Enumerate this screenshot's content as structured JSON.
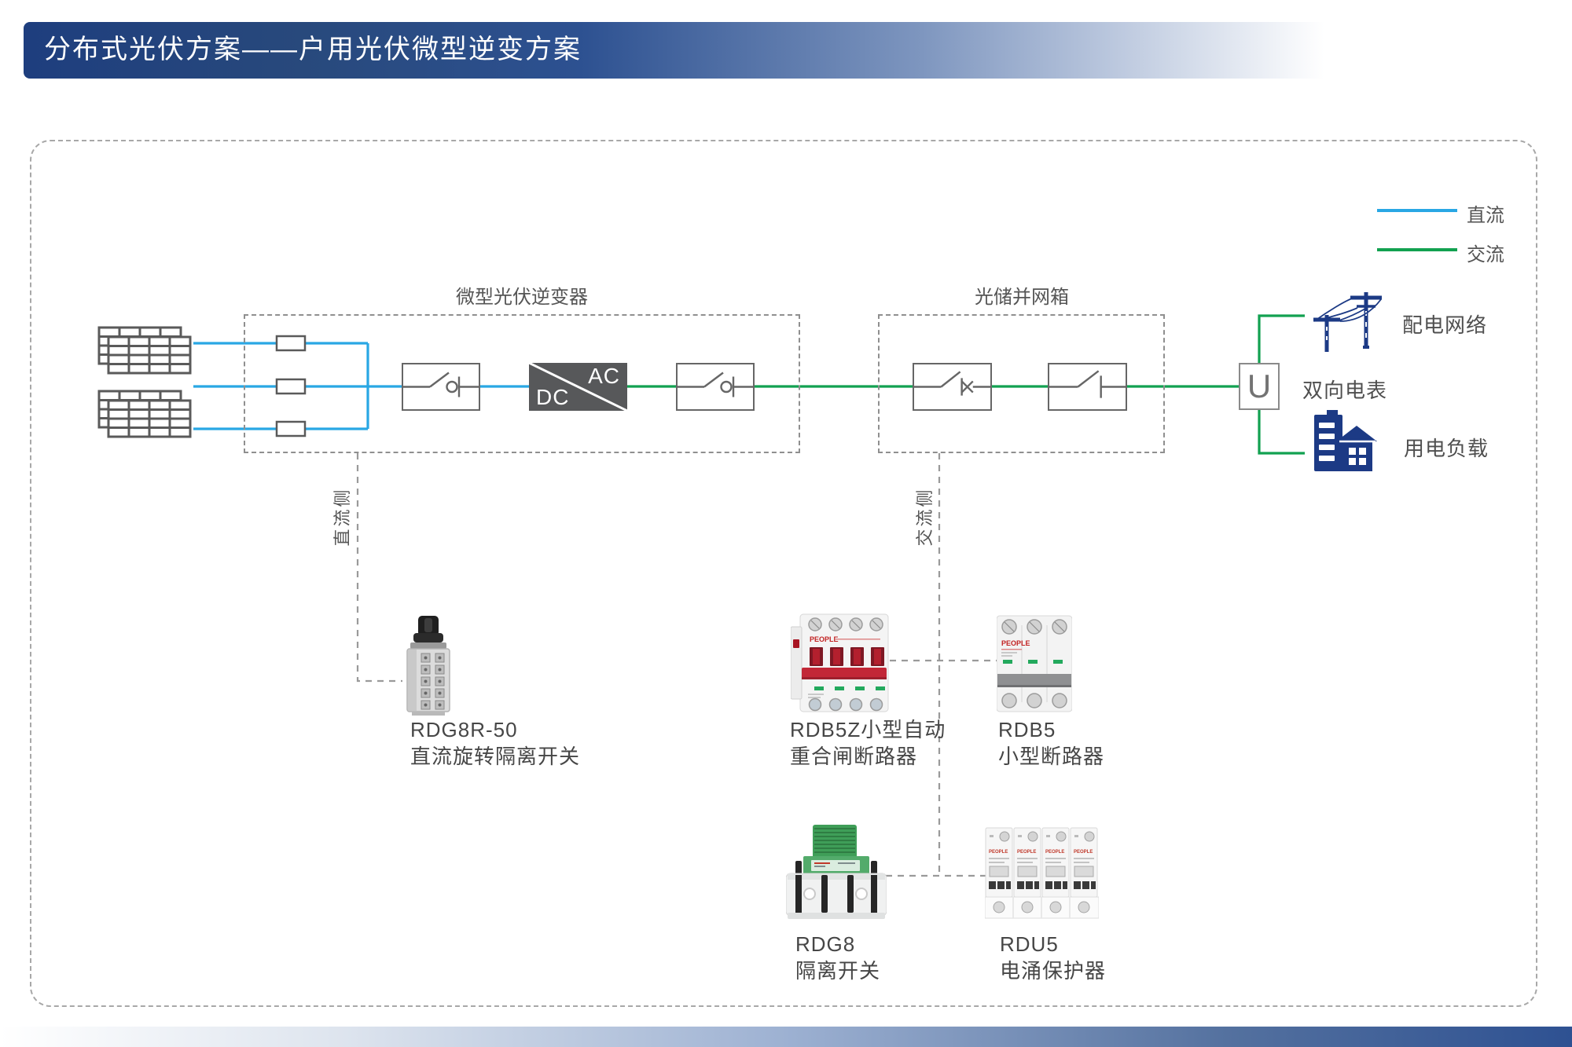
{
  "header": {
    "title": "分布式光伏方案——户用光伏微型逆变方案"
  },
  "legend": {
    "dc": {
      "label": "直流",
      "color": "#29A7E4"
    },
    "ac": {
      "label": "交流",
      "color": "#12A150"
    }
  },
  "diagram": {
    "inverter_box_label": "微型光伏逆变器",
    "grid_box_label": "光储并网箱",
    "converter": {
      "ac": "AC",
      "dc": "DC"
    },
    "meter_symbol": "U",
    "meter_label": "双向电表",
    "grid_network_label": "配电网络",
    "load_label": "用电负载",
    "dc_side_label": "直流侧",
    "ac_side_label": "交流侧",
    "colors": {
      "dc_wire": "#29A7E4",
      "ac_wire": "#12A150",
      "icon_navy": "#1C3A85",
      "header_navy": "#1E3E7E"
    }
  },
  "products": [
    {
      "line1": "RDG8R-50",
      "line2": "直流旋转隔离开关"
    },
    {
      "line1": "RDB5Z小型自动",
      "line2": "重合闸断路器",
      "brand": "PEOPLE"
    },
    {
      "line1": "RDB5",
      "line2": "小型断路器",
      "brand": "PEOPLE"
    },
    {
      "line1": "RDG8",
      "line2": "隔离开关"
    },
    {
      "line1": "RDU5",
      "line2": "电涌保护器",
      "brand": "PEOPLE"
    }
  ]
}
